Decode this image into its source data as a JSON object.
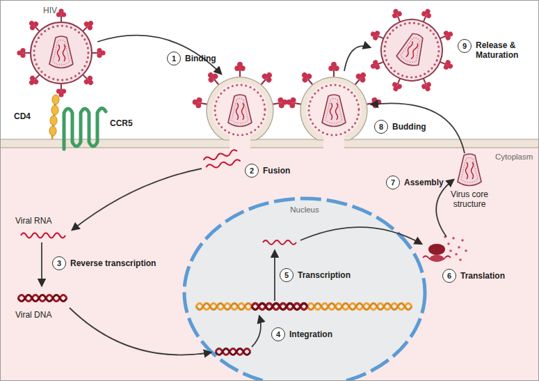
{
  "diagram": {
    "nodes": [
      {
        "text": [
          "1",
          "Binding"
        ]
      },
      {
        "text": [
          "Cytoplasm"
        ]
      },
      {
        "text": [
          "2",
          "Fusion"
        ],
        "in": 1
      },
      {
        "text": [
          "3",
          "Reverse transcription"
        ],
        "in": 1
      },
      {
        "text": [
          "Nucleus"
        ],
        "in": 1
      },
      {
        "text": [
          "4",
          "Integration"
        ],
        "in": 4
      },
      {
        "text": [
          "5",
          "Transcription"
        ],
        "in": 4
      },
      {
        "text": [
          "6",
          "Translation"
        ],
        "in": 1
      },
      {
        "text": [
          "7",
          "Assembly"
        ],
        "in": 1
      },
      {
        "text": [
          "8",
          "Budding"
        ]
      },
      {
        "text": [
          "9",
          "Release & Maturation"
        ]
      }
    ],
    "labels": [
      "HIV",
      "CD4",
      "CCR5",
      "Viral RNA",
      "Viral DNA",
      "Virus core structure"
    ]
  }
}
